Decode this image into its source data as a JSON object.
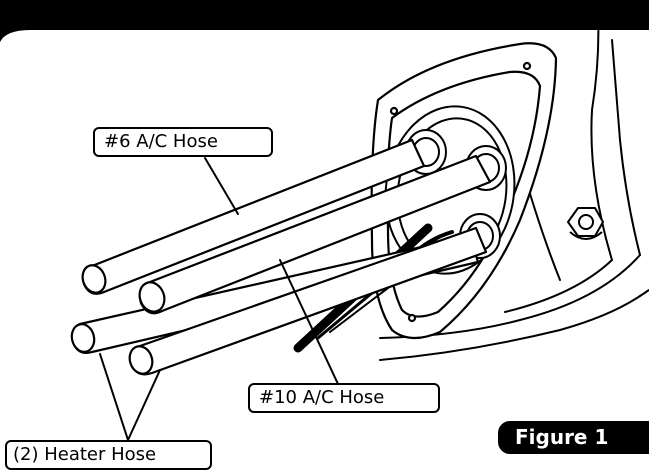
{
  "callouts": {
    "a6_hose": "#6 A/C Hose",
    "a10_hose": "#10 A/C Hose",
    "heater_hose": "(2) Heater Hose"
  },
  "figure_label": "Figure 1",
  "colors": {
    "line": "#000000",
    "background": "#ffffff",
    "badge_background": "#000000",
    "badge_text": "#ffffff"
  }
}
